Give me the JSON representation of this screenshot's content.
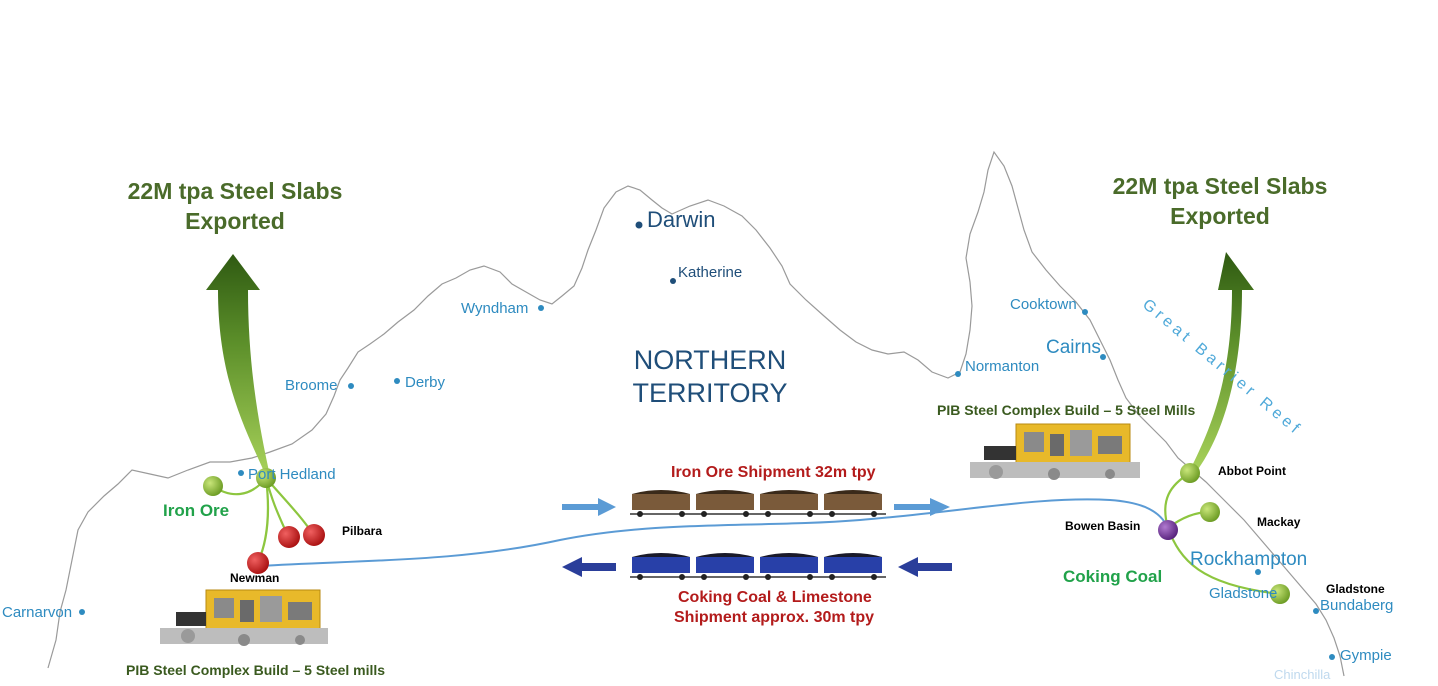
{
  "headings": {
    "left_export": "22M tpa Steel Slabs Exported",
    "right_export": "22M tpa Steel Slabs Exported"
  },
  "region": {
    "line1": "NORTHERN",
    "line2": "TERRITORY"
  },
  "towns": {
    "darwin": "Darwin",
    "katherine": "Katherine",
    "wyndham": "Wyndham",
    "broome": "Broome",
    "derby": "Derby",
    "port_hedland": "Port Hedland",
    "carnarvon": "Carnarvon",
    "cooktown": "Cooktown",
    "cairns": "Cairns",
    "normanton": "Normanton",
    "rockhampton": "Rockhampton",
    "gladstone_blue": "Gladstone",
    "bundaberg": "Bundaberg",
    "gympie": "Gympie",
    "chinchilla": "Chinchilla"
  },
  "reef": "Great Barrier Reef",
  "resources": {
    "iron_ore": "Iron Ore",
    "coking_coal": "Coking Coal",
    "pilbara": "Pilbara",
    "newman": "Newman",
    "abbot_point": "Abbot Point",
    "mackay": "Mackay",
    "bowen_basin": "Bowen Basin",
    "gladstone": "Gladstone"
  },
  "shipments": {
    "iron_ore": "Iron Ore Shipment 32m tpy",
    "coal_line1": "Coking Coal & Limestone",
    "coal_line2": "Shipment approx. 30m tpy"
  },
  "builds": {
    "left": "PIB Steel Complex Build – 5 Steel mills",
    "right": "PIB Steel Complex Build – 5 Steel Mills"
  },
  "colors": {
    "coast": "#9a9a9a",
    "town_blue": "#2e8bc0",
    "route_blue": "#5b9bd5",
    "heading_green": "#4a6b2a",
    "resource_green": "#21a24a",
    "red_text": "#b31b1b",
    "ore_wagon": "#7a5a3a",
    "coal_wagon": "#2840a8",
    "arrow_light": "#5b9bd5",
    "arrow_dark": "#2a3e9a",
    "node_green": "#8dc63f",
    "node_red": "#cc1f1f",
    "node_purple": "#7a3f9a",
    "plant_yellow": "#e8b92a"
  }
}
